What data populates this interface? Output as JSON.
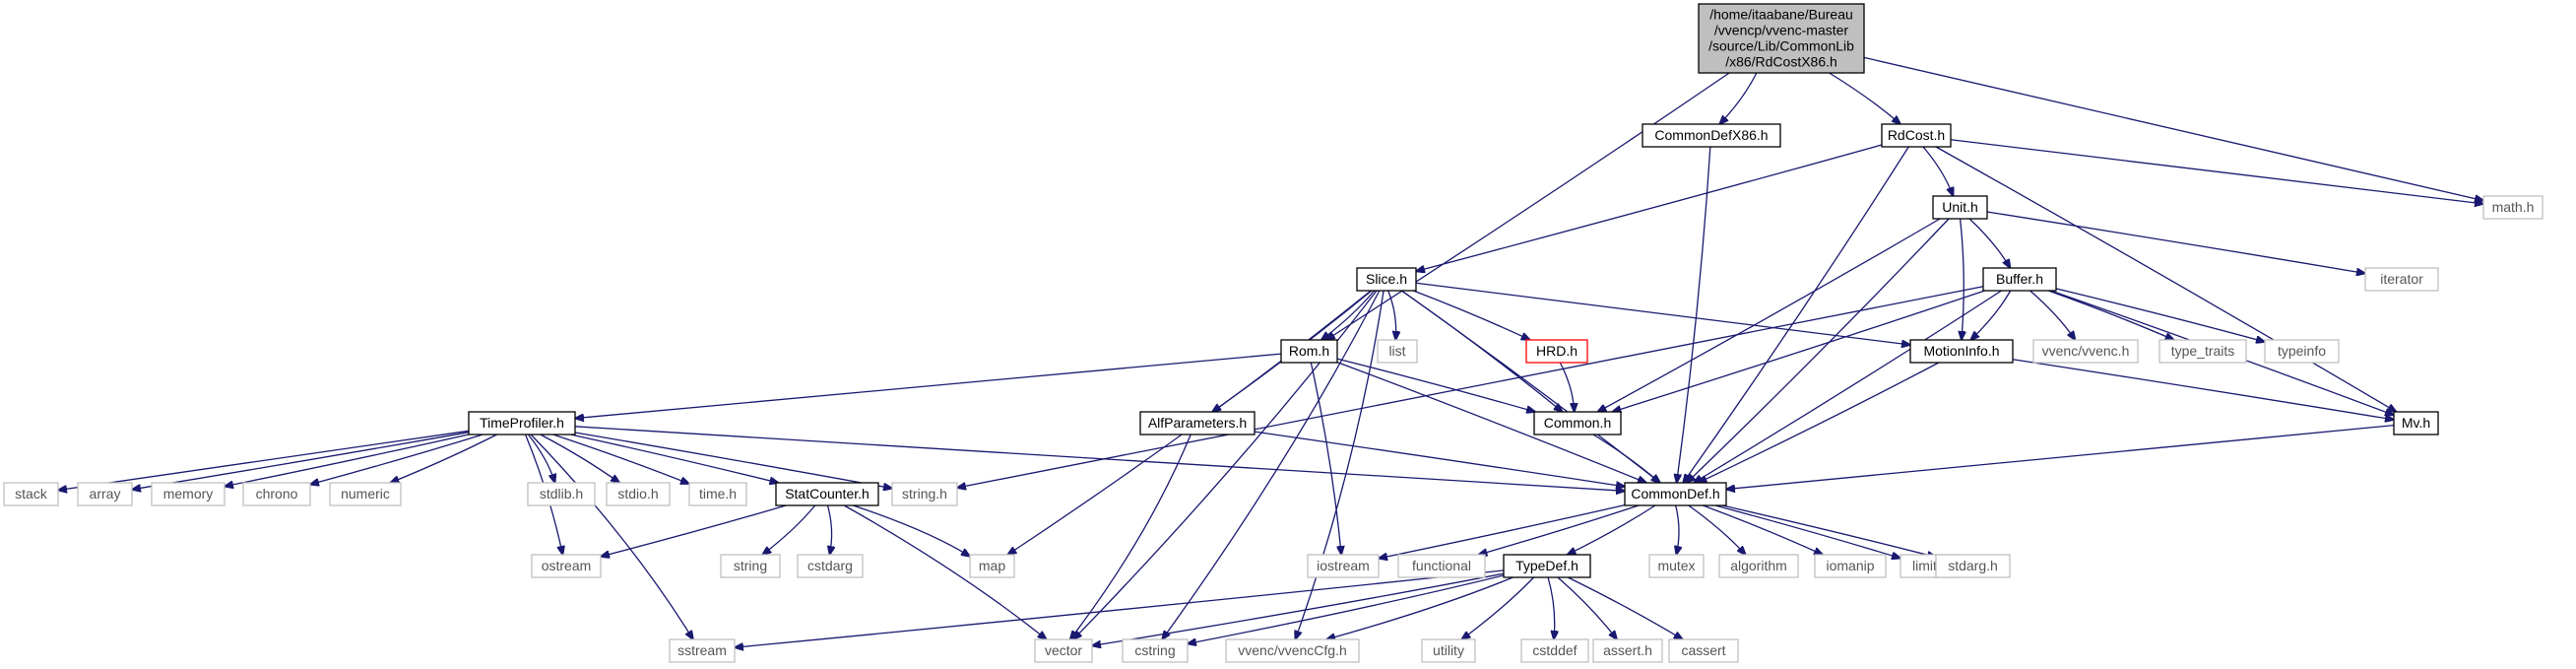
{
  "diagram": {
    "type": "include-dependency-graph",
    "colors": {
      "edge": "#191970",
      "root_fill": "#bfbfbf",
      "normal_border": "#000000",
      "external_border": "#bfbfbf",
      "external_text": "#555555",
      "truncated_border": "#ff0000",
      "fill": "#ffffff"
    },
    "nodes": [
      {
        "id": "root",
        "lines": [
          "/home/itaabane/Bureau",
          "/vvencp/vvenc-master",
          "/source/Lib/CommonLib",
          "/x86/RdCostX86.h"
        ],
        "kind": "root"
      },
      {
        "id": "commondefx86",
        "lines": [
          "CommonDefX86.h"
        ],
        "kind": "normal"
      },
      {
        "id": "rdcost",
        "lines": [
          "RdCost.h"
        ],
        "kind": "normal"
      },
      {
        "id": "math",
        "lines": [
          "math.h"
        ],
        "kind": "external"
      },
      {
        "id": "unit",
        "lines": [
          "Unit.h"
        ],
        "kind": "normal"
      },
      {
        "id": "iterator",
        "lines": [
          "iterator"
        ],
        "kind": "external"
      },
      {
        "id": "slice",
        "lines": [
          "Slice.h"
        ],
        "kind": "normal"
      },
      {
        "id": "buffer",
        "lines": [
          "Buffer.h"
        ],
        "kind": "normal"
      },
      {
        "id": "rom",
        "lines": [
          "Rom.h"
        ],
        "kind": "normal"
      },
      {
        "id": "list",
        "lines": [
          "list"
        ],
        "kind": "external"
      },
      {
        "id": "hrd",
        "lines": [
          "HRD.h"
        ],
        "kind": "truncated"
      },
      {
        "id": "motioninfo",
        "lines": [
          "MotionInfo.h"
        ],
        "kind": "normal"
      },
      {
        "id": "vvench",
        "lines": [
          "vvenc/vvenc.h"
        ],
        "kind": "external"
      },
      {
        "id": "typetraits",
        "lines": [
          "type_traits"
        ],
        "kind": "external"
      },
      {
        "id": "typeinfo",
        "lines": [
          "typeinfo"
        ],
        "kind": "external"
      },
      {
        "id": "alfparams",
        "lines": [
          "AlfParameters.h"
        ],
        "kind": "normal"
      },
      {
        "id": "common",
        "lines": [
          "Common.h"
        ],
        "kind": "normal"
      },
      {
        "id": "mv",
        "lines": [
          "Mv.h"
        ],
        "kind": "normal"
      },
      {
        "id": "timeprofiler",
        "lines": [
          "TimeProfiler.h"
        ],
        "kind": "normal"
      },
      {
        "id": "stack",
        "lines": [
          "stack"
        ],
        "kind": "external"
      },
      {
        "id": "array",
        "lines": [
          "array"
        ],
        "kind": "external"
      },
      {
        "id": "memory",
        "lines": [
          "memory"
        ],
        "kind": "external"
      },
      {
        "id": "chrono",
        "lines": [
          "chrono"
        ],
        "kind": "external"
      },
      {
        "id": "numeric",
        "lines": [
          "numeric"
        ],
        "kind": "external"
      },
      {
        "id": "stdlib",
        "lines": [
          "stdlib.h"
        ],
        "kind": "external"
      },
      {
        "id": "stdio",
        "lines": [
          "stdio.h"
        ],
        "kind": "external"
      },
      {
        "id": "time",
        "lines": [
          "time.h"
        ],
        "kind": "external"
      },
      {
        "id": "statcounter",
        "lines": [
          "StatCounter.h"
        ],
        "kind": "normal"
      },
      {
        "id": "stringh",
        "lines": [
          "string.h"
        ],
        "kind": "external"
      },
      {
        "id": "commondef",
        "lines": [
          "CommonDef.h"
        ],
        "kind": "normal"
      },
      {
        "id": "ostream",
        "lines": [
          "ostream"
        ],
        "kind": "external"
      },
      {
        "id": "string",
        "lines": [
          "string"
        ],
        "kind": "external"
      },
      {
        "id": "cstdarg",
        "lines": [
          "cstdarg"
        ],
        "kind": "external"
      },
      {
        "id": "map",
        "lines": [
          "map"
        ],
        "kind": "external"
      },
      {
        "id": "iostream",
        "lines": [
          "iostream"
        ],
        "kind": "external"
      },
      {
        "id": "functional",
        "lines": [
          "functional"
        ],
        "kind": "external"
      },
      {
        "id": "typedef",
        "lines": [
          "TypeDef.h"
        ],
        "kind": "normal"
      },
      {
        "id": "mutex",
        "lines": [
          "mutex"
        ],
        "kind": "external"
      },
      {
        "id": "algorithm",
        "lines": [
          "algorithm"
        ],
        "kind": "external"
      },
      {
        "id": "iomanip",
        "lines": [
          "iomanip"
        ],
        "kind": "external"
      },
      {
        "id": "limits",
        "lines": [
          "limits"
        ],
        "kind": "external"
      },
      {
        "id": "stdargh",
        "lines": [
          "stdarg.h"
        ],
        "kind": "external"
      },
      {
        "id": "sstream",
        "lines": [
          "sstream"
        ],
        "kind": "external"
      },
      {
        "id": "vector",
        "lines": [
          "vector"
        ],
        "kind": "external"
      },
      {
        "id": "cstring",
        "lines": [
          "cstring"
        ],
        "kind": "external"
      },
      {
        "id": "vvenccfg",
        "lines": [
          "vvenc/vvencCfg.h"
        ],
        "kind": "external"
      },
      {
        "id": "utility",
        "lines": [
          "utility"
        ],
        "kind": "external"
      },
      {
        "id": "cstddef",
        "lines": [
          "cstddef"
        ],
        "kind": "external"
      },
      {
        "id": "asserth",
        "lines": [
          "assert.h"
        ],
        "kind": "external"
      },
      {
        "id": "cassert",
        "lines": [
          "cassert"
        ],
        "kind": "external"
      }
    ],
    "edges": [
      [
        "root",
        "rom"
      ],
      [
        "root",
        "commondefx86"
      ],
      [
        "root",
        "rdcost"
      ],
      [
        "root",
        "math"
      ],
      [
        "commondefx86",
        "commondef"
      ],
      [
        "rdcost",
        "slice"
      ],
      [
        "rdcost",
        "unit"
      ],
      [
        "rdcost",
        "commondef"
      ],
      [
        "rdcost",
        "mv"
      ],
      [
        "rdcost",
        "math"
      ],
      [
        "unit",
        "common"
      ],
      [
        "unit",
        "commondef"
      ],
      [
        "unit",
        "motioninfo"
      ],
      [
        "unit",
        "buffer"
      ],
      [
        "unit",
        "iterator"
      ],
      [
        "slice",
        "rom"
      ],
      [
        "slice",
        "list"
      ],
      [
        "slice",
        "hrd"
      ],
      [
        "slice",
        "common"
      ],
      [
        "slice",
        "motioninfo"
      ],
      [
        "slice",
        "alfparams"
      ],
      [
        "slice",
        "commondef"
      ],
      [
        "slice",
        "map"
      ],
      [
        "slice",
        "vector"
      ],
      [
        "slice",
        "cstring"
      ],
      [
        "slice",
        "vvenccfg"
      ],
      [
        "buffer",
        "vvench"
      ],
      [
        "buffer",
        "typetraits"
      ],
      [
        "buffer",
        "typeinfo"
      ],
      [
        "buffer",
        "motioninfo"
      ],
      [
        "buffer",
        "mv"
      ],
      [
        "buffer",
        "common"
      ],
      [
        "buffer",
        "commondef"
      ],
      [
        "buffer",
        "stringh"
      ],
      [
        "hrd",
        "common"
      ],
      [
        "rom",
        "timeprofiler"
      ],
      [
        "rom",
        "common"
      ],
      [
        "rom",
        "commondef"
      ],
      [
        "rom",
        "iostream"
      ],
      [
        "motioninfo",
        "mv"
      ],
      [
        "motioninfo",
        "commondef"
      ],
      [
        "alfparams",
        "commondef"
      ],
      [
        "alfparams",
        "vector"
      ],
      [
        "common",
        "commondef"
      ],
      [
        "mv",
        "commondef"
      ],
      [
        "timeprofiler",
        "stack"
      ],
      [
        "timeprofiler",
        "array"
      ],
      [
        "timeprofiler",
        "memory"
      ],
      [
        "timeprofiler",
        "chrono"
      ],
      [
        "timeprofiler",
        "numeric"
      ],
      [
        "timeprofiler",
        "stdlib"
      ],
      [
        "timeprofiler",
        "stdio"
      ],
      [
        "timeprofiler",
        "time"
      ],
      [
        "timeprofiler",
        "statcounter"
      ],
      [
        "timeprofiler",
        "stringh"
      ],
      [
        "timeprofiler",
        "commondef"
      ],
      [
        "timeprofiler",
        "ostream"
      ],
      [
        "timeprofiler",
        "sstream"
      ],
      [
        "statcounter",
        "ostream"
      ],
      [
        "statcounter",
        "string"
      ],
      [
        "statcounter",
        "cstdarg"
      ],
      [
        "statcounter",
        "map"
      ],
      [
        "statcounter",
        "vector"
      ],
      [
        "commondef",
        "iostream"
      ],
      [
        "commondef",
        "functional"
      ],
      [
        "commondef",
        "typedef"
      ],
      [
        "commondef",
        "mutex"
      ],
      [
        "commondef",
        "algorithm"
      ],
      [
        "commondef",
        "iomanip"
      ],
      [
        "commondef",
        "limits"
      ],
      [
        "commondef",
        "stdargh"
      ],
      [
        "typedef",
        "sstream"
      ],
      [
        "typedef",
        "vector"
      ],
      [
        "typedef",
        "cstring"
      ],
      [
        "typedef",
        "vvenccfg"
      ],
      [
        "typedef",
        "utility"
      ],
      [
        "typedef",
        "cstddef"
      ],
      [
        "typedef",
        "asserth"
      ],
      [
        "typedef",
        "cassert"
      ]
    ]
  }
}
